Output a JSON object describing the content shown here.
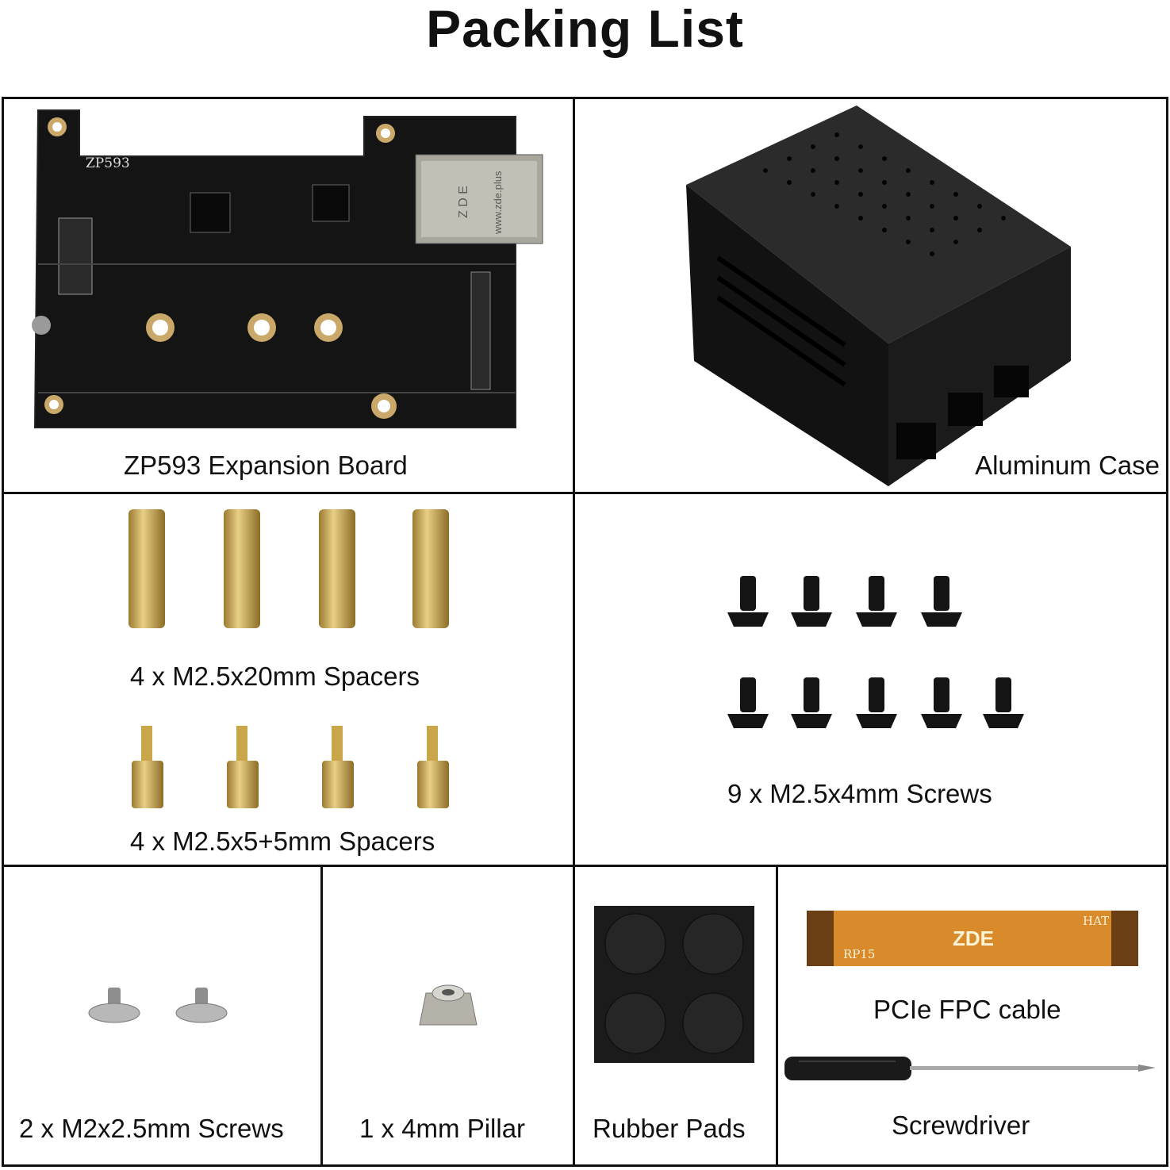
{
  "title": "Packing List",
  "items": {
    "board": {
      "label": "ZP593 Expansion Board",
      "silk": "ZP593",
      "connector_text": "Z D E",
      "connector_url": "www.zde.plus"
    },
    "case": {
      "label": "Aluminum Case"
    },
    "spacers_long": {
      "label": "4 x M2.5x20mm Spacers"
    },
    "spacers_short": {
      "label": "4 x M2.5x5+5mm Spacers"
    },
    "screws_m25": {
      "label": "9 x M2.5x4mm Screws"
    },
    "screws_m2": {
      "label": "2 x M2x2.5mm Screws"
    },
    "pillar": {
      "label": "1 x 4mm Pillar"
    },
    "rubber_pads": {
      "label": "Rubber Pads"
    },
    "fpc_cable": {
      "label": "PCIe FPC cable",
      "text_center": "ZDE",
      "text_left": "RP15",
      "text_right": "HAT"
    },
    "screwdriver": {
      "label": "Screwdriver"
    }
  },
  "colors": {
    "border": "#111111",
    "brass": "#c8a74f",
    "black": "#151515",
    "fpc": "#d98a2a",
    "metal": "#b9b6ae"
  }
}
